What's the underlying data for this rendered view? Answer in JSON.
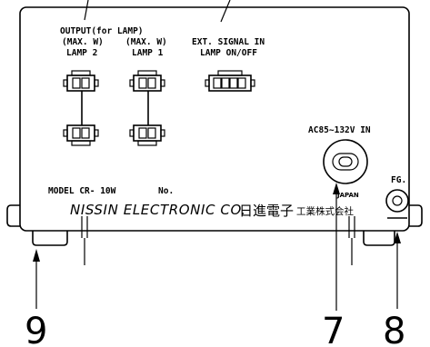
{
  "labels": {
    "output_header": "OUTPUT(for LAMP)",
    "lamp2_max": "(MAX.  W)",
    "lamp2_name": "LAMP 2",
    "lamp1_max": "(MAX.  W)",
    "lamp1_name": "LAMP 1",
    "ext_signal": "EXT. SIGNAL IN",
    "lamp_onoff": "LAMP ON/OFF",
    "ac_input": "AC85~132V IN",
    "fg": "FG.",
    "model": "MODEL CR- 10W",
    "serial_no": "No.",
    "company_en": "NISSIN ELECTRONIC CO.",
    "company_jp_big": "日進電子",
    "company_jp_small": "工業株式会社",
    "japan": "JAPAN"
  },
  "callouts": {
    "left_foot": "9",
    "power_inlet": "7",
    "ground_terminal": "8"
  }
}
